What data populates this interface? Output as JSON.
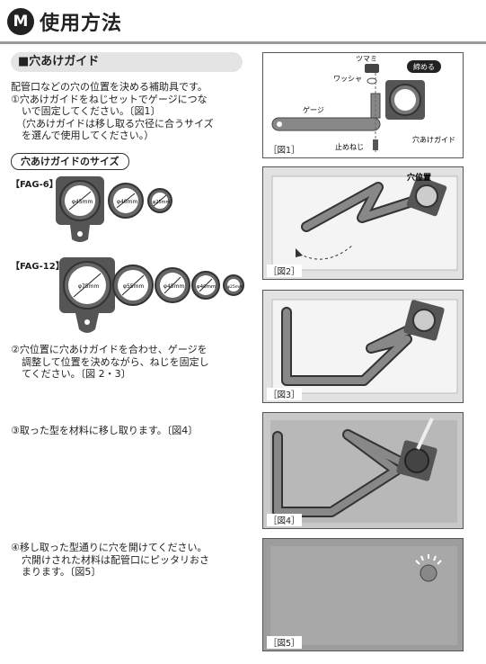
{
  "header": {
    "icon_label": "M",
    "title": "使用方法"
  },
  "section": {
    "title": "■穴あけガイド"
  },
  "intro": {
    "line1": "配管口などの穴の位置を決める補助具です。",
    "line2": "①穴あけガイドをねじセットでゲージにつな",
    "line3": "いで固定してください。〔図1〕",
    "line4": "（穴あけガイドは移し取る穴径に合うサイズ",
    "line5": "を選んで使用してください。）"
  },
  "sizes": {
    "heading": "穴あけガイドのサイズ",
    "fag6": {
      "label": "【FAG-6】",
      "holes": [
        "φ45mm",
        "φ40mm",
        "φ25mm"
      ]
    },
    "fag12": {
      "label": "【FAG-12】",
      "holes": [
        "φ75mm",
        "φ55mm",
        "φ45mm",
        "φ40mm",
        "φ25mm"
      ]
    }
  },
  "steps": {
    "s2_l1": "②穴位置に穴あけガイドを合わせ、ゲージを",
    "s2_l2": "調整して位置を決めながら、ねじを固定し",
    "s2_l3": "てください。〔図 2・3〕",
    "s3": "③取った型を材料に移し取ります。〔図4〕",
    "s4_l1": "④移し取った型通りに穴を開けてください。",
    "s4_l2": "穴開けされた材料は配管口にピッタリおさ",
    "s4_l3": "まります。〔図5〕"
  },
  "figures": {
    "fig1": {
      "label": "［図1］",
      "tsumami": "ツマミ",
      "washer": "ワッシャ",
      "tighten": "締める",
      "gauge": "ゲージ",
      "tomeneji": "止めねじ",
      "guide": "穴あけガイド"
    },
    "fig2": {
      "label": "［図2］",
      "hole_pos": "穴位置"
    },
    "fig3": {
      "label": "［図3］"
    },
    "fig4": {
      "label": "［図4］"
    },
    "fig5": {
      "label": "［図5］"
    }
  }
}
